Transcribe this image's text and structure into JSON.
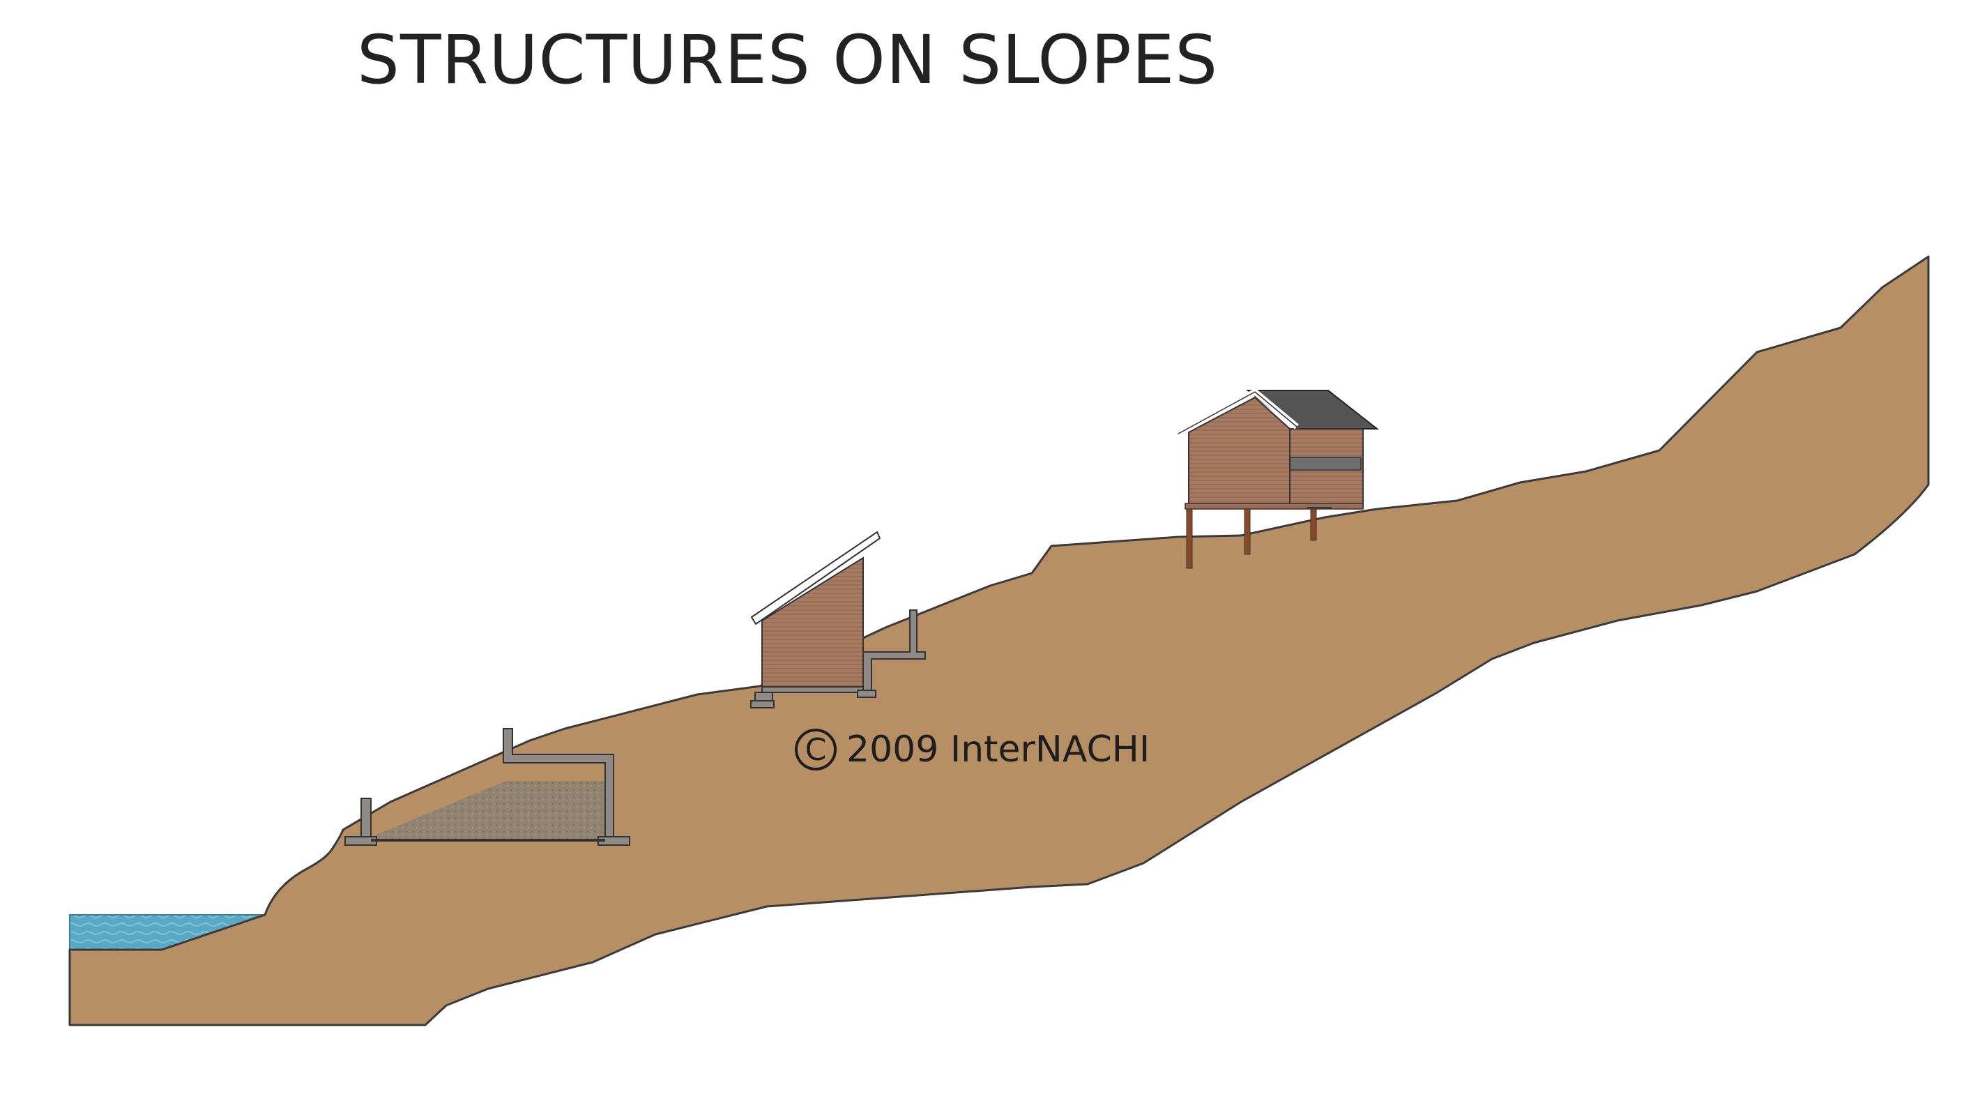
{
  "title": "STRUCTURES ON SLOPES",
  "copyright": {
    "symbol": "C",
    "text": "2009  InterNACHI"
  },
  "colors": {
    "soil": "#b69064",
    "soil_outline": "#3a3a3a",
    "water": "#5aa9c4",
    "slab": "#938371",
    "wood_siding": "#a67b62",
    "roof_dark": "#555555",
    "pile": "#8a4a2a"
  },
  "elements": {
    "water": "water-pool",
    "buildings": [
      "slab-foundation-structure",
      "shed-with-retaining-wall",
      "house-on-piles"
    ]
  }
}
